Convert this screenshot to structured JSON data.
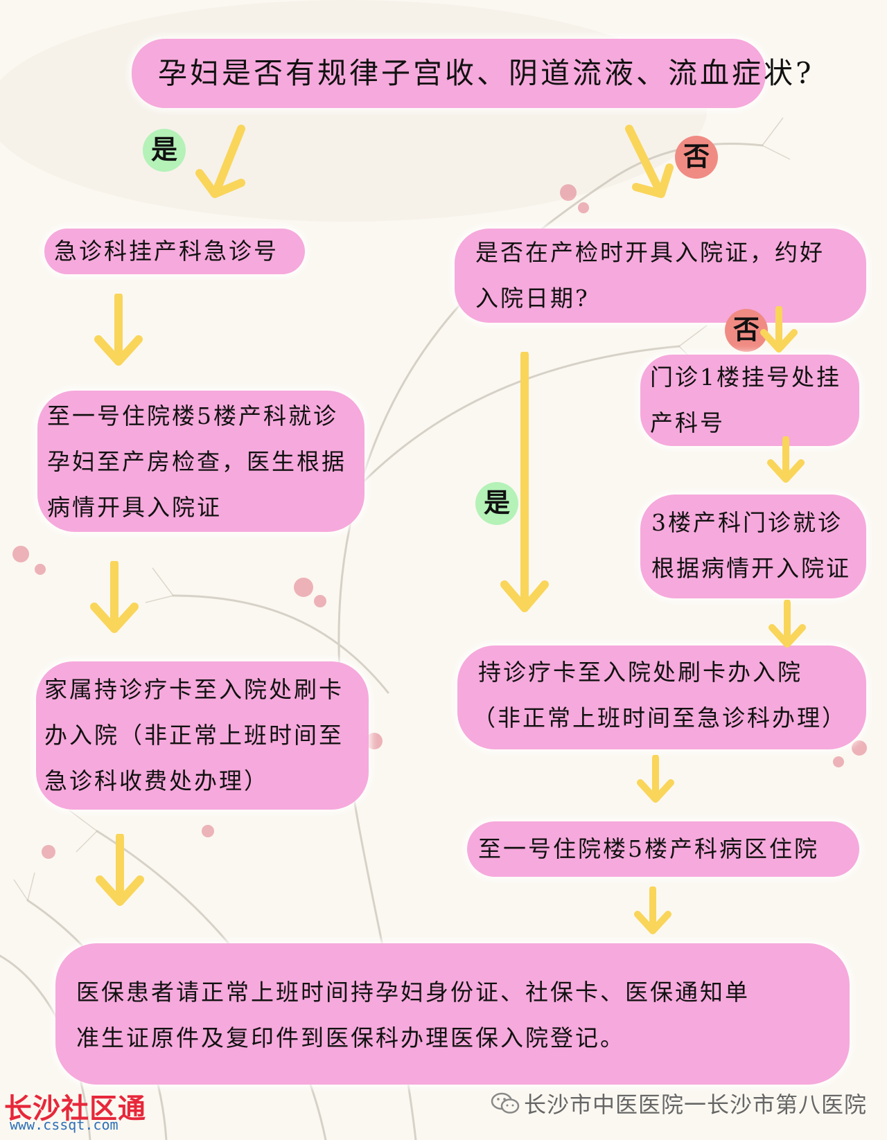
{
  "flowchart": {
    "question": "孕妇是否有规律子宫收、阴道流液、流血症状?",
    "yes_label": "是",
    "no_label": "否",
    "left_branch": {
      "step1": "急诊科挂产科急诊号",
      "step2": [
        "至一号住院楼5楼产科就诊",
        "孕妇至产房检查，医生根据",
        "病情开具入院证"
      ],
      "step3": [
        "家属持诊疗卡至入院处刷卡",
        "办入院（非正常上班时间至",
        "急诊科收费处办理）"
      ]
    },
    "right_branch": {
      "question2": [
        "是否在产检时开具入院证，约好",
        "入院日期?"
      ],
      "no_step1": [
        "门诊1楼挂号处挂",
        "产科号"
      ],
      "no_step2": [
        "3楼产科门诊就诊",
        "根据病情开入院证"
      ],
      "admission": [
        "持诊疗卡至入院处刷卡办入院",
        "（非正常上班时间至急诊科办理）"
      ],
      "ward": "至一号住院楼5楼产科病区住院"
    },
    "final": [
      "医保患者请正常上班时间持孕妇身份证、社保卡、医保通知单",
      "准生证原件及复印件到医保科办理医保入院登记。"
    ]
  },
  "footer": {
    "logo_text": "长沙社区通",
    "url": "www.cssqt.com",
    "source": "长沙市中医医院一长沙市第八医院"
  },
  "colors": {
    "box": "#f6a9dc",
    "arrow": "#f9d55a",
    "yes_badge": "#b4f2b8",
    "no_badge": "#f08b83",
    "logo": "#e7273a"
  },
  "icons": {
    "wechat": "wechat-icon",
    "arrow": "down-arrow-icon"
  }
}
